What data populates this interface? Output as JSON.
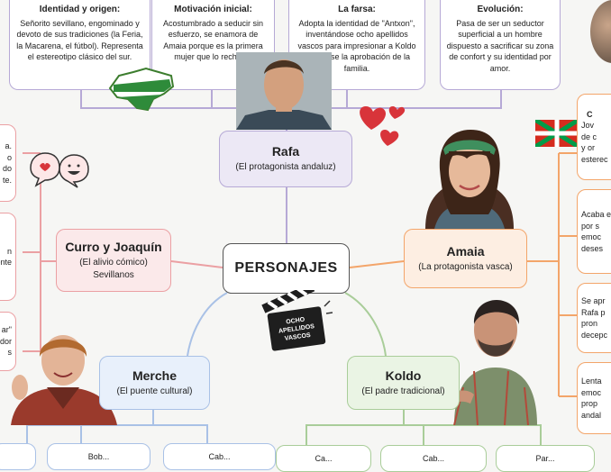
{
  "center": {
    "title": "PERSONAJES"
  },
  "top_boxes": [
    {
      "heading": "Identidad y origen:",
      "text": "Señorito sevillano, engominado y devoto de sus tradiciones (la Feria, la Macarena, el fútbol). Representa el estereotipo clásico del sur."
    },
    {
      "heading": "Motivación inicial:",
      "text": "Acostumbrado a seducir sin esfuerzo, se enamora de Amaia porque es la primera mujer que lo rechaza."
    },
    {
      "heading": "La farsa:",
      "text": "Adopta la identidad de \"Antxon\", inventándose ocho apellidos vascos para impresionar a Koldo y ganarse la aprobación de la familia."
    },
    {
      "heading": "Evolución:",
      "text": "Pasa de ser un seductor superficial a un hombre dispuesto a sacrificar su zona de confort y su identidad por amor."
    }
  ],
  "nodes": {
    "rafa": {
      "title": "Rafa",
      "subtitle": "(El protagonista andaluz)"
    },
    "curro": {
      "title": "Curro y Joaquín",
      "subtitle": "(El alivio cómico)",
      "extra": "Sevillanos"
    },
    "amaia": {
      "title": "Amaia",
      "subtitle": "(La protagonista vasca)"
    },
    "merche": {
      "title": "Merche",
      "subtitle": "(El puente cultural)"
    },
    "koldo": {
      "title": "Koldo",
      "subtitle": "(El padre tradicional)"
    }
  },
  "left_leaves": [
    {
      "lines": [
        "a.",
        "o",
        "do",
        "te."
      ]
    },
    {
      "lines": [
        "n",
        "",
        "ente"
      ]
    },
    {
      "lines": [
        "ar\"",
        "dor",
        "s"
      ]
    }
  ],
  "right_leaves": [
    {
      "lines": [
        "C",
        "Jov",
        "de c",
        "y or",
        "esterec"
      ]
    },
    {
      "lines": [
        "Acaba e",
        "por s",
        "emoc",
        "deses"
      ]
    },
    {
      "lines": [
        "Se apr",
        "Rafa p",
        "pron",
        "decepc"
      ]
    },
    {
      "lines": [
        "Lenta",
        "emoc",
        "prop",
        "andal"
      ]
    }
  ],
  "bottom_leaves": {
    "merche": [
      "",
      "Bob...",
      "Cab..."
    ],
    "koldo": [
      "Ca...",
      "Cab...",
      "Par..."
    ]
  },
  "sticker": {
    "line1": "OCHO",
    "line2": "APELLIDOS",
    "line3": "VASCOS"
  },
  "colors": {
    "purple": "#b6a9d6",
    "orange": "#f3a56a",
    "pink": "#eba0a3",
    "blue": "#a9c1e6",
    "green": "#a9cd99",
    "heart": "#d8343a"
  }
}
